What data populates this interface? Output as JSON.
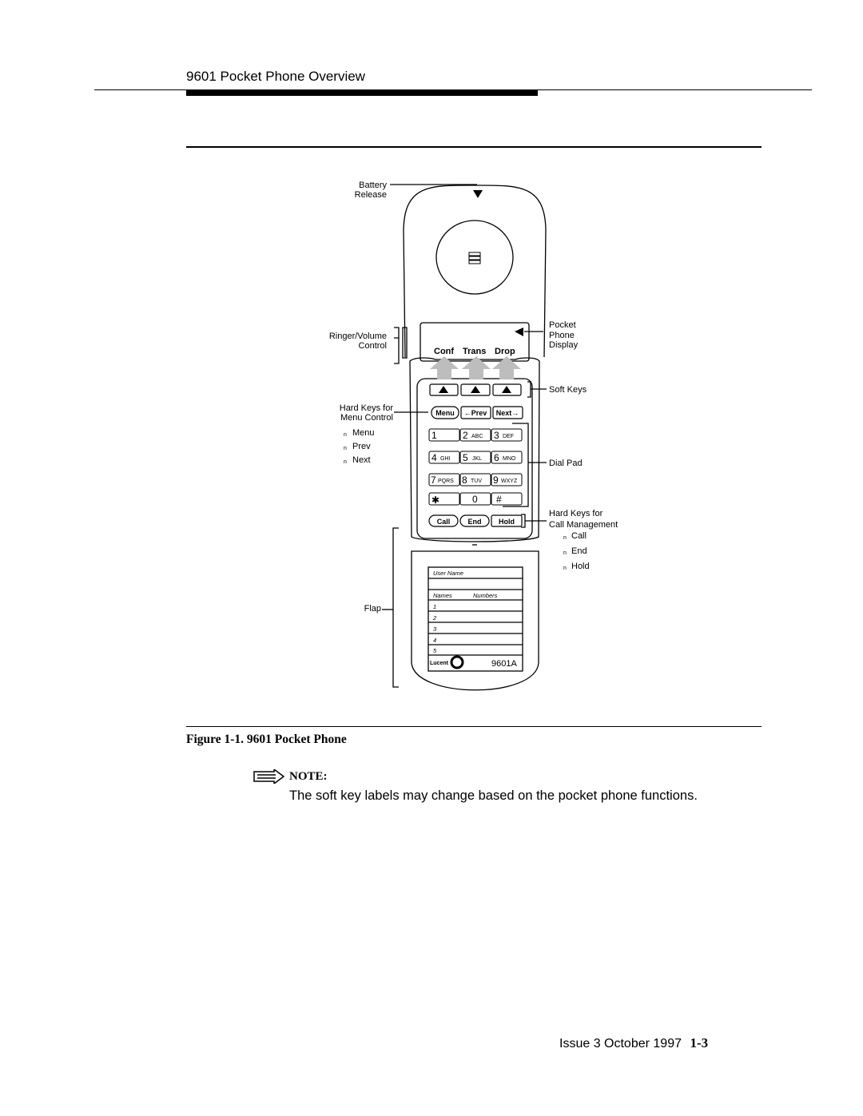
{
  "header": {
    "title": "9601 Pocket Phone Overview"
  },
  "figure": {
    "caption": "Figure 1-1.   9601 Pocket Phone",
    "callouts": {
      "battery": "Battery",
      "release": "Release",
      "ringer": "Ringer/Volume",
      "control": "Control",
      "hard_keys_menu_1": "Hard Keys for",
      "hard_keys_menu_2": "Menu Control",
      "menu_items": [
        "Menu",
        "Prev",
        "Next"
      ],
      "flap": "Flap",
      "display_1": "Pocket",
      "display_2": "Phone",
      "display_3": "Display",
      "soft_keys": "Soft Keys",
      "dial_pad": "Dial Pad",
      "hard_keys_call_1": "Hard Keys for",
      "hard_keys_call_2": "Call Management",
      "call_items": [
        "Call",
        "End",
        "Hold"
      ]
    },
    "phone": {
      "softkey_labels": [
        "Conf",
        "Trans",
        "Drop"
      ],
      "menu_keys": [
        "Menu",
        "←Prev",
        "Next→"
      ],
      "dialpad": [
        {
          "digit": "1",
          "letters": ""
        },
        {
          "digit": "2",
          "letters": "ABC"
        },
        {
          "digit": "3",
          "letters": "DEF"
        },
        {
          "digit": "4",
          "letters": "GHI"
        },
        {
          "digit": "5",
          "letters": "JKL"
        },
        {
          "digit": "6",
          "letters": "MNO"
        },
        {
          "digit": "7",
          "letters": "PQRS"
        },
        {
          "digit": "8",
          "letters": "TUV"
        },
        {
          "digit": "9",
          "letters": "WXYZ"
        },
        {
          "digit": "✱",
          "letters": ""
        },
        {
          "digit": "0",
          "letters": ""
        },
        {
          "digit": "#",
          "letters": ""
        }
      ],
      "call_keys": [
        "Call",
        "End",
        "Hold"
      ],
      "card": {
        "user_name": "User Name",
        "col_names": "Names",
        "col_numbers": "Numbers",
        "rows": [
          "1",
          "2",
          "3",
          "4",
          "5"
        ],
        "brand": "Lucent",
        "model": "9601A"
      }
    }
  },
  "note": {
    "label": "NOTE:",
    "text": "The soft key labels may change based on the pocket phone functions."
  },
  "footer": {
    "issue": "Issue 3   October 1997",
    "page": "1-3"
  }
}
